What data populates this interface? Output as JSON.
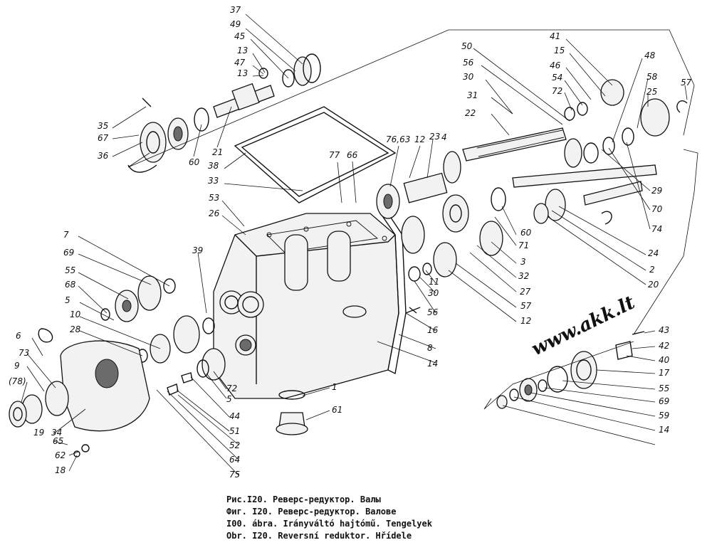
{
  "watermark": "www.akk.lt",
  "caption": {
    "line1": "Рис.I20. Реверс-редуктор. Валы",
    "line2": "Фиг. I20. Реверс-редуктор. Валове",
    "line3": "I00. ábra. Irányváltó hajtómű. Tengelyek",
    "line4": "Obr. I20. Reversní reduktor. Hřídele"
  },
  "part_labels": [
    "37",
    "49",
    "45",
    "13",
    "47",
    "13",
    "35",
    "67",
    "36",
    "60",
    "21",
    "38",
    "33",
    "41",
    "15",
    "46",
    "54",
    "72",
    "48",
    "58",
    "25",
    "57",
    "50",
    "56",
    "30",
    "31",
    "22",
    "76,63",
    "12",
    "23",
    "4",
    "77",
    "66",
    "29",
    "70",
    "74",
    "24",
    "2",
    "20",
    "53",
    "26",
    "60",
    "71",
    "3",
    "32",
    "27",
    "57",
    "12",
    "11",
    "30",
    "56",
    "16",
    "8",
    "14",
    "7",
    "69",
    "55",
    "68",
    "5",
    "10",
    "28",
    "39",
    "72",
    "5",
    "44",
    "51",
    "52",
    "64",
    "75",
    "6",
    "73",
    "9",
    "(78)",
    "19",
    "34",
    "65",
    "62",
    "18",
    "1",
    "61",
    "43",
    "42",
    "40",
    "17",
    "55",
    "69",
    "59",
    "14"
  ]
}
